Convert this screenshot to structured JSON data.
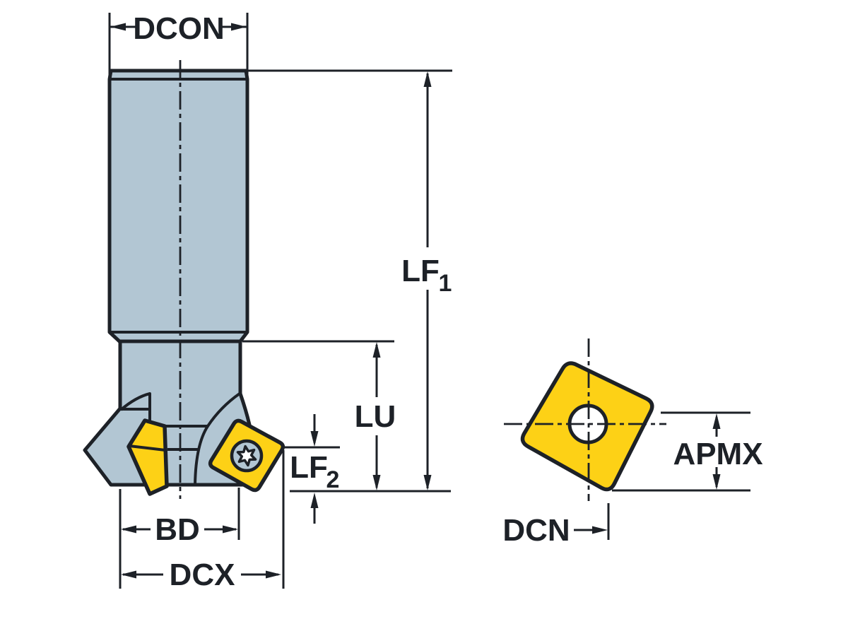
{
  "drawing": {
    "description": "Technical dimension drawing of an indexable chamfer milling cutter (side view) and its square insert (face view)",
    "colors": {
      "line": "#1d2127",
      "body": "#b2c6d3",
      "insert": "#fdd116",
      "background": "#ffffff"
    },
    "tool_view": {
      "labels": {
        "dcon": "DCON",
        "lf1": {
          "base": "LF",
          "sub": "1"
        },
        "lu": "LU",
        "lf2": {
          "base": "LF",
          "sub": "2"
        },
        "bd": "BD",
        "dcx": "DCX"
      }
    },
    "insert_view": {
      "labels": {
        "apmx": "APMX",
        "dcn": "DCN"
      }
    }
  }
}
